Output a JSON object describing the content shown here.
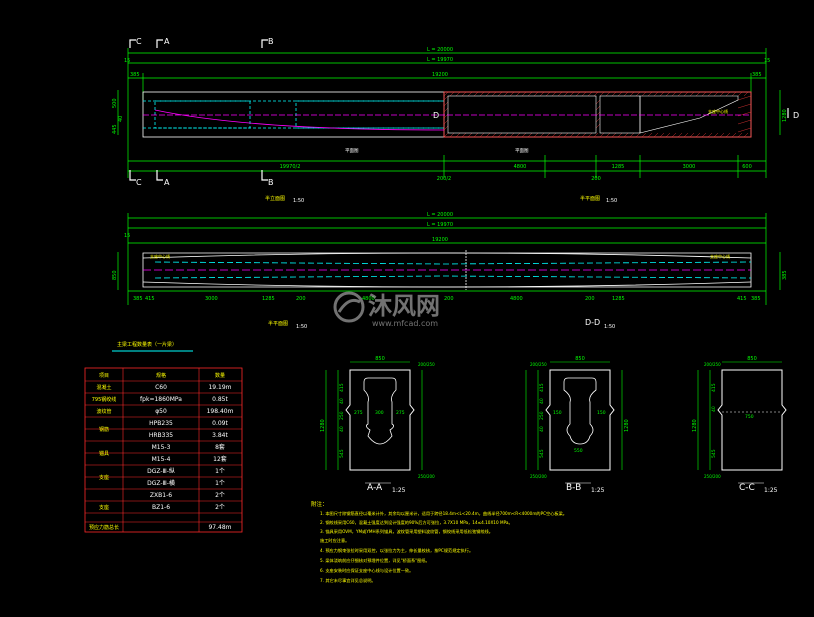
{
  "elevation": {
    "dim_total": "L = 20000",
    "dim_span": "L = 19970",
    "dim_inner": "19200",
    "end_gap_left": "15",
    "end_gap_right": "15",
    "end_offset_left": "385",
    "end_offset_right": "385",
    "left_height_1": "500",
    "left_height_2": "445",
    "left_height_3": "40",
    "right_height": "1280",
    "bottom_dims": [
      "19970/2",
      "200/2",
      "4800",
      "200",
      "1285",
      "3000",
      "600"
    ],
    "center_text_left": "平面图",
    "center_text_right": "平面图",
    "right_label": "支座中心线",
    "section_label_c": "C",
    "section_label_a": "A",
    "section_label_b": "B",
    "section_label_d": "D",
    "title_left": "半立面图",
    "title_right": "半平面图",
    "title_scale": "1:50"
  },
  "plan": {
    "dim_total": "L = 20000",
    "dim_span": "L = 19970",
    "dim_inner": "19200",
    "end_gap": "15",
    "left_height": "850",
    "right_height": "385",
    "bottom_dims": [
      "385",
      "415",
      "3000",
      "1285",
      "200",
      "4800",
      "200",
      "4800",
      "200",
      "1285",
      "415",
      "385"
    ],
    "center_label": "支座中心线",
    "title": "半平面图",
    "title_scale": "1:50",
    "dd_title": "D-D",
    "dd_scale": "1:50"
  },
  "table": {
    "title": "主梁工程数量表（一片梁）",
    "headers": [
      "项目",
      "规格",
      "数量"
    ],
    "rows": [
      {
        "item": "混凝土",
        "spec": "C60",
        "qty": "19.19m"
      },
      {
        "item": "795钢绞线",
        "spec": "fpk=1860MPa",
        "qty": "0.85t"
      },
      {
        "item": "波纹管",
        "spec": "φ50",
        "qty": "198.40m"
      },
      {
        "item": "钢筋",
        "spec": "HPB235",
        "qty": "0.09t"
      },
      {
        "item": "",
        "spec": "HRB335",
        "qty": "3.84t"
      },
      {
        "item": "锚具",
        "spec": "M15-3",
        "qty": "8套"
      },
      {
        "item": "",
        "spec": "M15-4",
        "qty": "12套"
      },
      {
        "item": "支座",
        "spec": "DGZ-Ⅲ-纵",
        "qty": "1个"
      },
      {
        "item": "",
        "spec": "DGZ-Ⅲ-横",
        "qty": "1个"
      },
      {
        "item": "",
        "spec": "ZXB1-6",
        "qty": "2个"
      },
      {
        "item": "支座",
        "spec": "BZ1-6",
        "qty": "2个"
      },
      {
        "item": "预应力筋总长",
        "spec": "",
        "qty": "97.48m"
      }
    ]
  },
  "sections": [
    {
      "title": "A-A",
      "scale": "1:25",
      "width": "850",
      "height": "1280",
      "top_dim": "200/250",
      "bottom_dim": "250/200",
      "dims": [
        "415",
        "40",
        "250",
        "40",
        "545",
        "275",
        "300",
        "275"
      ]
    },
    {
      "title": "B-B",
      "scale": "1:25",
      "width": "850",
      "height": "1280",
      "top_dim": "200/250",
      "bottom_dim": "250/200",
      "dims": [
        "415",
        "40",
        "250",
        "40",
        "545",
        "150",
        "550",
        "150"
      ]
    },
    {
      "title": "C-C",
      "scale": "1:25",
      "width": "850",
      "height": "1280",
      "top_dim": "200/250",
      "bottom_dim": "250/200",
      "dims": [
        "415",
        "40",
        "545",
        "750"
      ]
    }
  ],
  "notes": {
    "heading": "附注：",
    "items": [
      "1. 本图尺寸除钢筋直径以毫米计外，其余均以厘米计，适用于跨径18.4m<L<20.4m，曲线半径700m<R<4000m的PC空心板梁。",
      "2. 钢绞线采用C60，混凝土强度达到设计强度的90%后方可张拉，3.7Ⅹ10 MPa，14≤4.10Ⅹ10 MPa。",
      "3. 锚具采用OVM，YM或YMH系列锚具，波纹管采用塑料波纹管，钢绞线采用低松弛钢绞线。",
      "   施工时应注意。",
      "4. 预应力钢束张拉时采用双控，以张拉力为主，伸长量校核，按PC规范规定执行。",
      "5. 梁体浇筑前应仔细核对预埋件位置，详见\"桥面系\"图纸。",
      "6. 支座安装时应保证支座中心线与设计位置一致。",
      "7. 其它未尽事宜详见总说明。"
    ]
  },
  "watermark": {
    "brand": "沐风网",
    "url": "www.mfcad.com"
  },
  "colors": {
    "background": "#000000",
    "outline": "#ffffff",
    "dimension": "#00ff00",
    "tendon": "#ff00ff",
    "centerline": "#00ffff",
    "hatch": "#ff3b3b",
    "label": "#ffff00",
    "table_border": "#ff2a2a",
    "section_line": "#ffffff"
  }
}
